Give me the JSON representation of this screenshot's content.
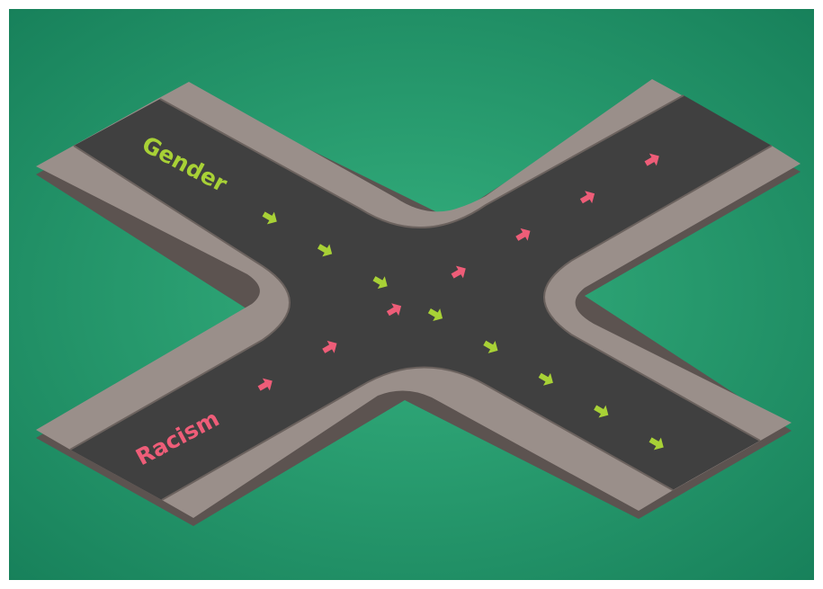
{
  "labels": {
    "road_a": "Gender",
    "road_b": "Racism"
  },
  "colors": {
    "background_center": "#35b07e",
    "background_edge": "#17805a",
    "road_surface": "#404040",
    "sidewalk_top": "#9a8f8a",
    "sidewalk_edge": "#5c5350",
    "gender_arrow": "#a8d136",
    "racism_arrow": "#ee5d78"
  },
  "flow": {
    "gender": {
      "direction": "down-right",
      "arrow_count": 8
    },
    "racism": {
      "direction": "up-right",
      "arrow_count": 7
    }
  }
}
